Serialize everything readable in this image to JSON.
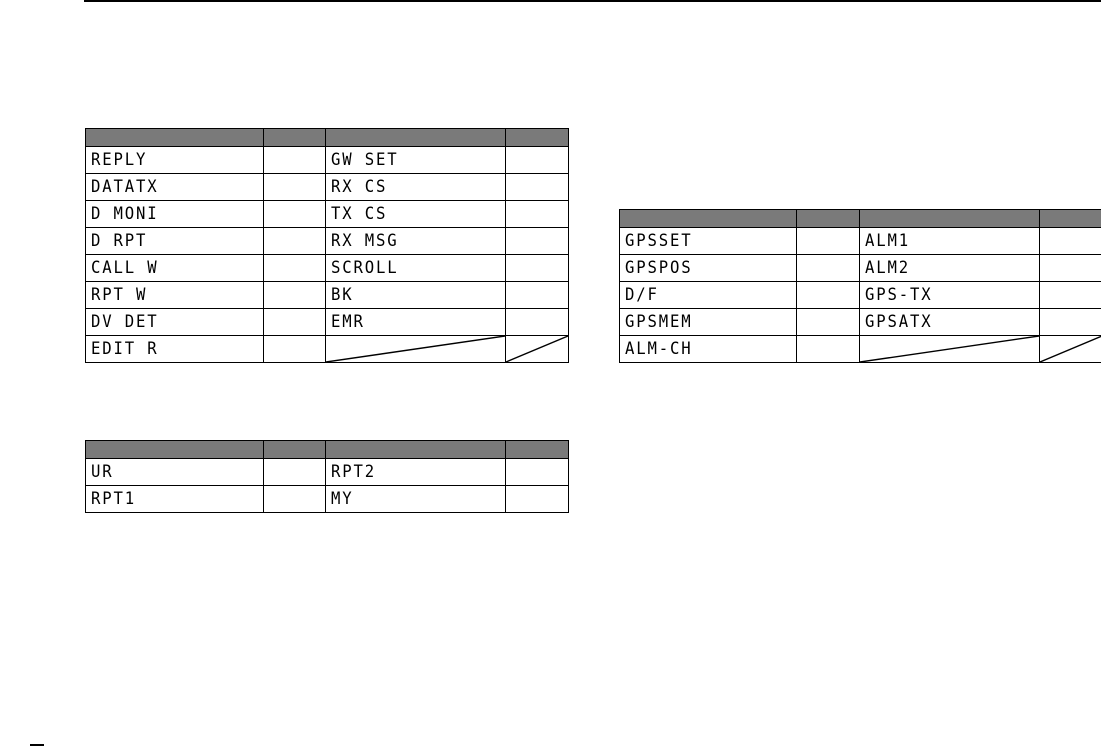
{
  "tables": [
    {
      "rows": [
        [
          "REPLY",
          "GW SET"
        ],
        [
          "DATATX",
          "RX CS"
        ],
        [
          "D MONI",
          "TX CS"
        ],
        [
          "D RPT",
          "RX MSG"
        ],
        [
          "CALL W",
          "SCROLL"
        ],
        [
          "RPT W",
          "BK"
        ],
        [
          "DV DET",
          "EMR"
        ],
        [
          "EDIT R",
          ""
        ]
      ]
    },
    {
      "rows": [
        [
          "GPSSET",
          "ALM1"
        ],
        [
          "GPSPOS",
          "ALM2"
        ],
        [
          "D/F",
          "GPS-TX"
        ],
        [
          "GPSMEM",
          "GPSATX"
        ],
        [
          "ALM-CH",
          ""
        ]
      ]
    },
    {
      "rows": [
        [
          "UR",
          "RPT2"
        ],
        [
          "RPT1",
          "MY"
        ]
      ]
    }
  ]
}
